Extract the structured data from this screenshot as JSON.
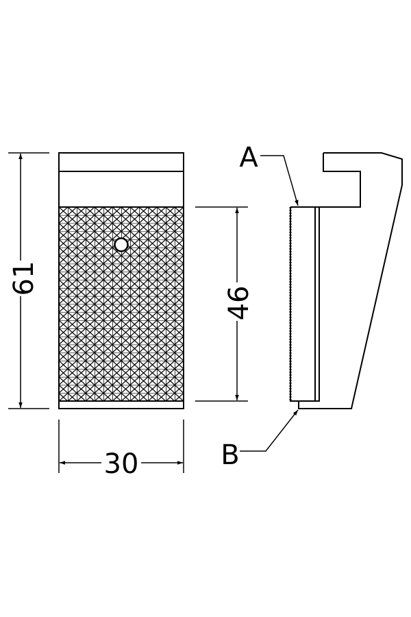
{
  "dimensions": {
    "overall_height": "61",
    "knurled_height": "46",
    "width": "30"
  },
  "labels": {
    "a": "A",
    "b": "B"
  },
  "colors": {
    "line": "#000000",
    "background": "#ffffff"
  }
}
